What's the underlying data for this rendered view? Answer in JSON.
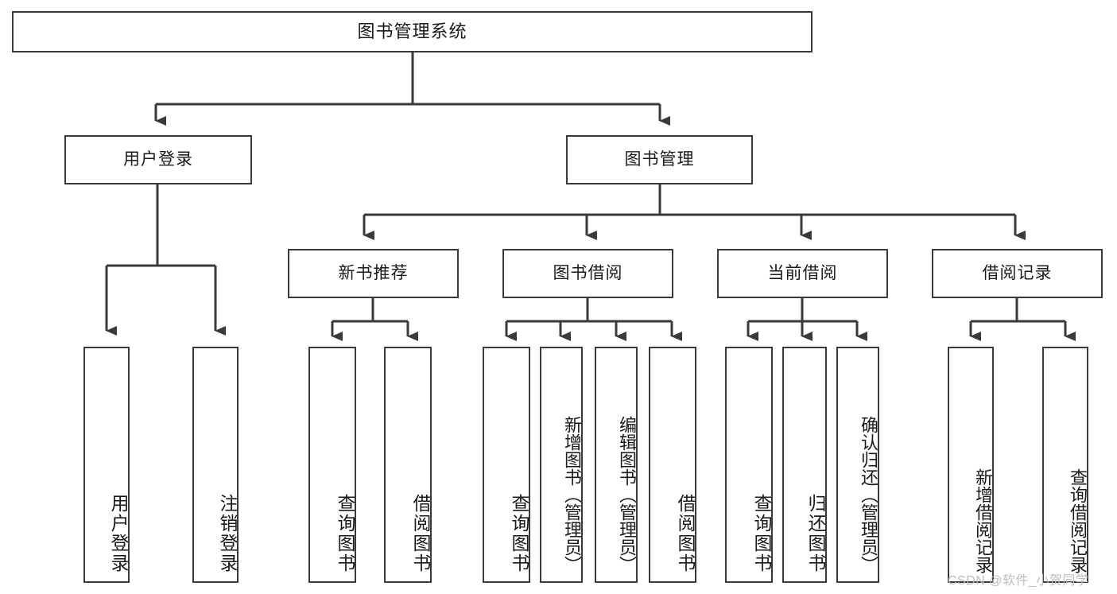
{
  "diagram": {
    "type": "tree",
    "title": "图书管理系统",
    "watermark": "CSDN @软件_小贺同学",
    "colors": {
      "box_border": "#3a3a3a",
      "box_fill": "#ffffff",
      "connector": "#3a3a3a",
      "text": "#1a1a1a",
      "watermark": "#bdbdbd"
    },
    "root": {
      "label": "图书管理系统"
    },
    "level2": [
      {
        "id": "user-login",
        "label": "用户登录"
      },
      {
        "id": "book-manage",
        "label": "图书管理"
      }
    ],
    "level3": [
      {
        "id": "new-book-recommend",
        "label": "新书推荐"
      },
      {
        "id": "book-borrow",
        "label": "图书借阅"
      },
      {
        "id": "current-borrow",
        "label": "当前借阅"
      },
      {
        "id": "borrow-record",
        "label": "借阅记录"
      }
    ],
    "leaves": {
      "user_login": [
        {
          "id": "leaf-user-login",
          "label": "用户登录"
        },
        {
          "id": "leaf-logout-login",
          "label": "注销登录"
        }
      ],
      "new_book_recommend": [
        {
          "id": "leaf-query-book-1",
          "label": "查询图书"
        },
        {
          "id": "leaf-borrow-book-1",
          "label": "借阅图书"
        }
      ],
      "book_borrow": [
        {
          "id": "leaf-query-book-2",
          "label": "查询图书"
        },
        {
          "id": "leaf-add-book",
          "label": "新增图书（管理员）"
        },
        {
          "id": "leaf-edit-book",
          "label": "编辑图书（管理员）"
        },
        {
          "id": "leaf-borrow-book-2",
          "label": "借阅图书"
        }
      ],
      "current_borrow": [
        {
          "id": "leaf-query-book-3",
          "label": "查询图书"
        },
        {
          "id": "leaf-return-book",
          "label": "归还图书"
        },
        {
          "id": "leaf-confirm-return",
          "label": "确认归还（管理员）"
        }
      ],
      "borrow_record": [
        {
          "id": "leaf-add-record",
          "label": "新增借阅记录"
        },
        {
          "id": "leaf-query-record",
          "label": "查询借阅记录"
        }
      ]
    }
  }
}
